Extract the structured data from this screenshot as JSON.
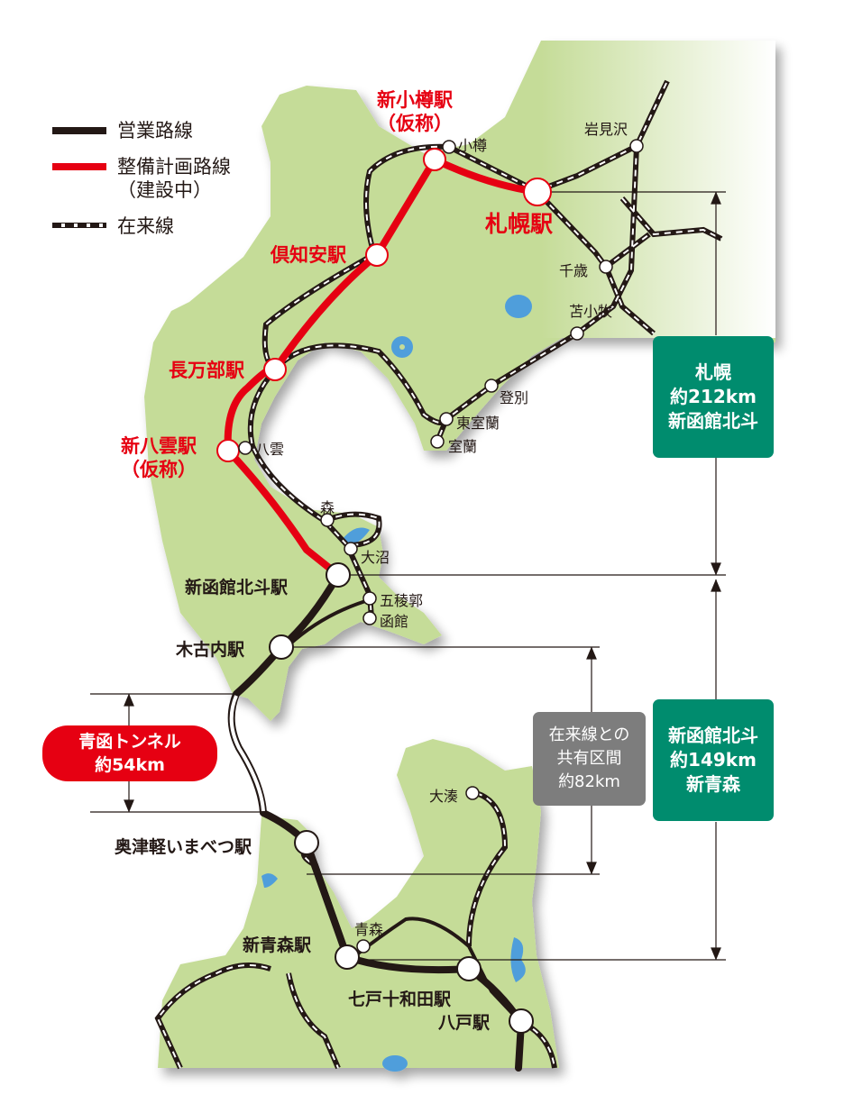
{
  "legend": {
    "items": [
      {
        "label": "営業路線",
        "style": "black-solid"
      },
      {
        "label": "整備計画路線",
        "sublabel": "（建設中）",
        "style": "red-solid"
      },
      {
        "label": "在来線",
        "style": "black-white-dashed"
      }
    ]
  },
  "colors": {
    "land": "#c5dc98",
    "water": "#4f9edb",
    "operating_line": "#231815",
    "planned_line": "#e60012",
    "distance_box_green": "#008c6e",
    "distance_box_gray": "#7d7d7d",
    "tunnel_box_red": "#e60012"
  },
  "planned_stations": [
    {
      "name": "新小樽駅",
      "note": "（仮称）"
    },
    {
      "name": "札幌駅"
    },
    {
      "name": "倶知安駅"
    },
    {
      "name": "長万部駅"
    },
    {
      "name": "新八雲駅",
      "note": "（仮称）"
    }
  ],
  "operating_stations": [
    {
      "name": "新函館北斗駅"
    },
    {
      "name": "木古内駅"
    },
    {
      "name": "奥津軽いまべつ駅"
    },
    {
      "name": "新青森駅"
    },
    {
      "name": "七戸十和田駅"
    },
    {
      "name": "八戸駅"
    }
  ],
  "conventional_stations": [
    {
      "name": "小樽"
    },
    {
      "name": "岩見沢"
    },
    {
      "name": "千歳"
    },
    {
      "name": "苫小牧"
    },
    {
      "name": "登別"
    },
    {
      "name": "東室蘭"
    },
    {
      "name": "室蘭"
    },
    {
      "name": "八雲"
    },
    {
      "name": "森"
    },
    {
      "name": "大沼"
    },
    {
      "name": "五稜郭"
    },
    {
      "name": "函館"
    },
    {
      "name": "大湊"
    },
    {
      "name": "青森"
    }
  ],
  "distance_boxes": {
    "sapporo": {
      "line1": "札幌",
      "line2": "約212km",
      "line3": "新函館北斗"
    },
    "aomori": {
      "line1": "新函館北斗",
      "line2": "約149km",
      "line3": "新青森"
    },
    "shared": {
      "line1": "在来線との",
      "line2": "共有区間",
      "line3": "約82km"
    },
    "tunnel": {
      "line1": "青函トンネル",
      "line2": "約54km"
    }
  }
}
